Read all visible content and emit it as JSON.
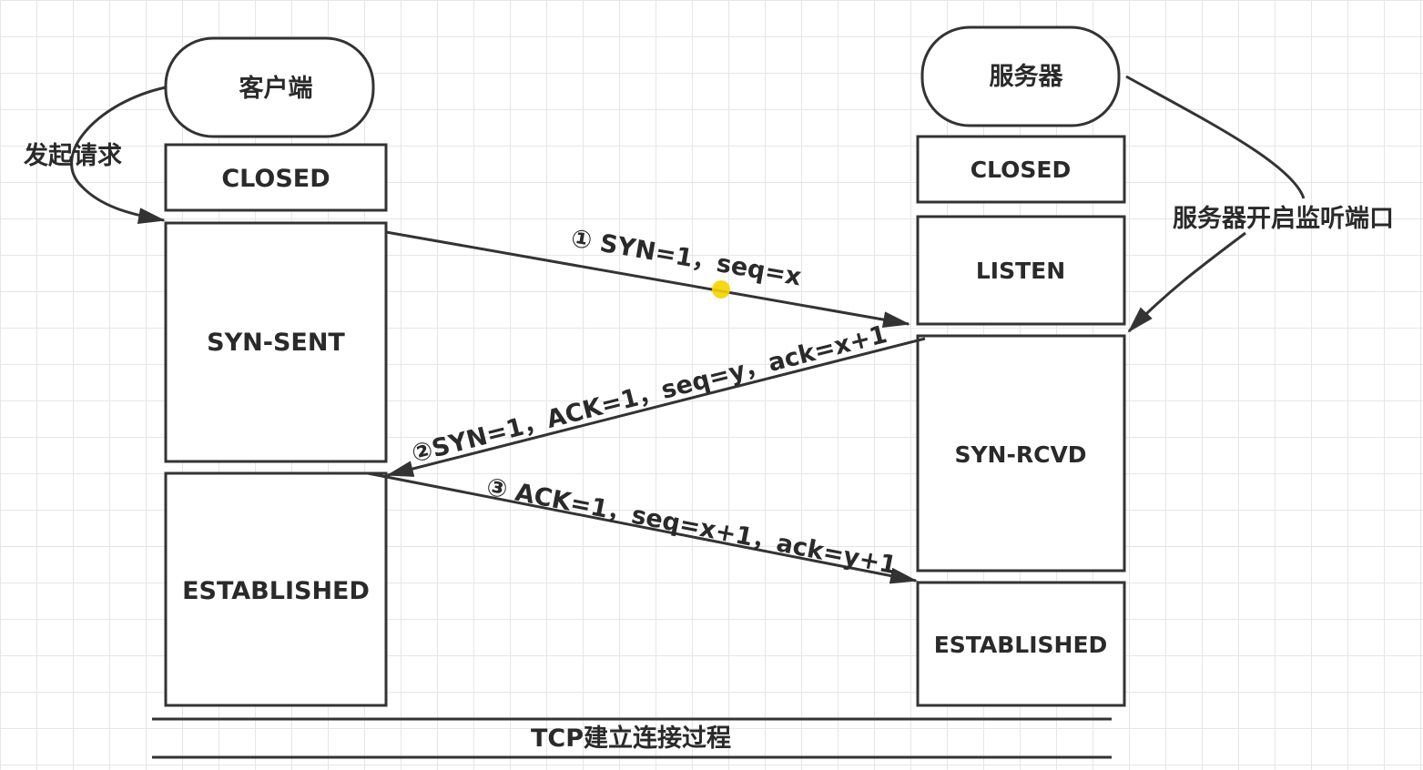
{
  "client": {
    "title": "客户端",
    "annotation": "发起请求",
    "states": [
      "CLOSED",
      "SYN-SENT",
      "ESTABLISHED"
    ]
  },
  "server": {
    "title": "服务器",
    "annotation": "服务器开启监听端口",
    "states": [
      "CLOSED",
      "LISTEN",
      "SYN-RCVD",
      "ESTABLISHED"
    ]
  },
  "messages": [
    "① SYN=1，seq=x",
    "②SYN=1，ACK=1，seq=y，ack=x+1",
    "③ ACK=1，seq=x+1，ack=y+1"
  ],
  "caption": "TCP建立连接过程",
  "colors": {
    "stroke": "#333333",
    "cursor_highlight": "#f5d400"
  }
}
